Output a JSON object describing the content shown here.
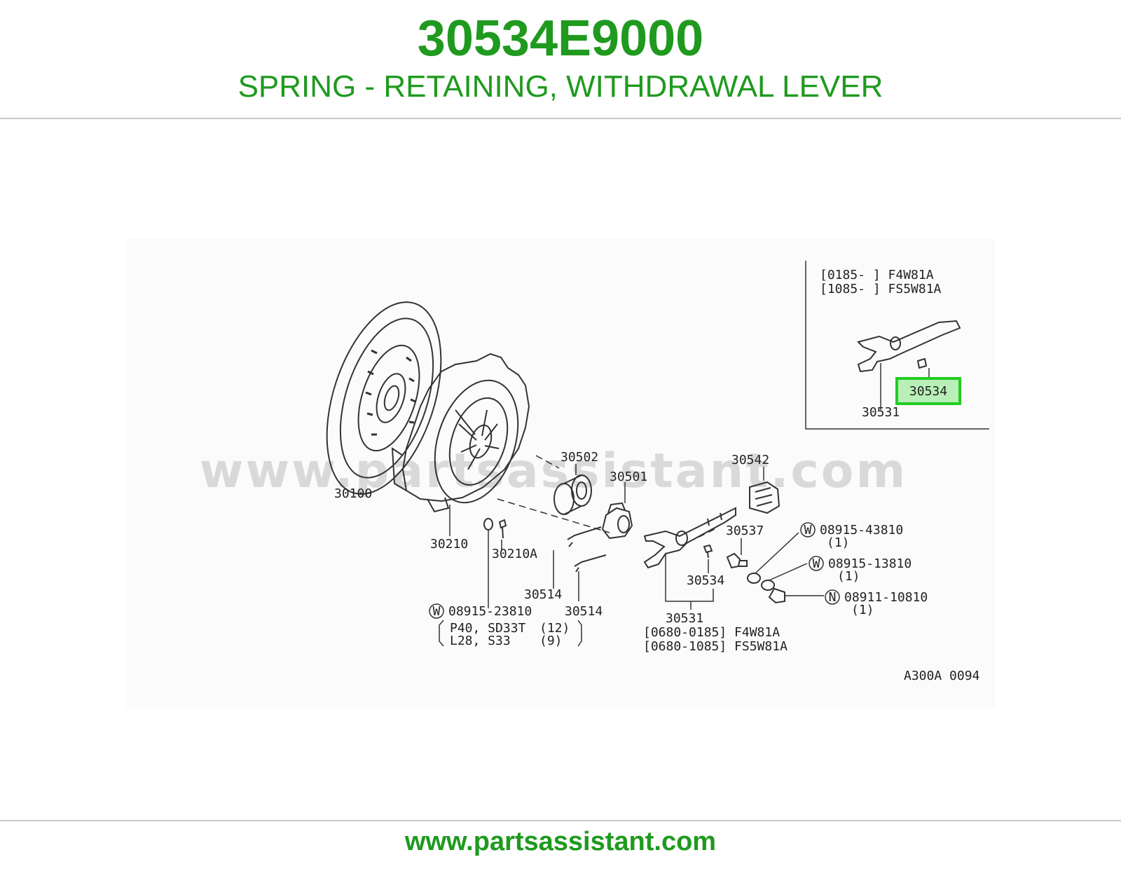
{
  "header": {
    "part_number": "30534E9000",
    "part_name": "SPRING - RETAINING, WITHDRAWAL LEVER"
  },
  "footer": {
    "url": "www.partsassistant.com"
  },
  "diagram": {
    "watermark": "www.partsassistant.com",
    "code": "A300A 0094",
    "highlight_color": "#22cc22",
    "inset": {
      "line1": "[0185-   ] F4W81A",
      "line2": "[1085-   ] FS5W81A",
      "highlight_label": "30534",
      "lever_label": "30531"
    },
    "labels": {
      "p30100": "30100",
      "p30210": "30210",
      "p30210a": "30210A",
      "p30502": "30502",
      "p30501": "30501",
      "p30514a": "30514",
      "p30514b": "30514",
      "p30542": "30542",
      "p30537": "30537",
      "p30534": "30534",
      "p30531": "30531",
      "bolt_w1": "08915-23810",
      "bolt_w1_a": "P40, SD33T",
      "bolt_w1_a_qty": "(12)",
      "bolt_w1_b": "L28, S33",
      "bolt_w1_b_qty": "(9)",
      "washer_w2": "08915-43810",
      "washer_w2_qty": "(1)",
      "washer_w3": "08915-13810",
      "washer_w3_qty": "(1)",
      "nut_n": "08911-10810",
      "nut_n_qty": "(1)",
      "lever_range1": "[0680-0185] F4W81A",
      "lever_range2": "[0680-1085] FS5W81A",
      "w_symbol": "W",
      "n_symbol": "N"
    }
  }
}
